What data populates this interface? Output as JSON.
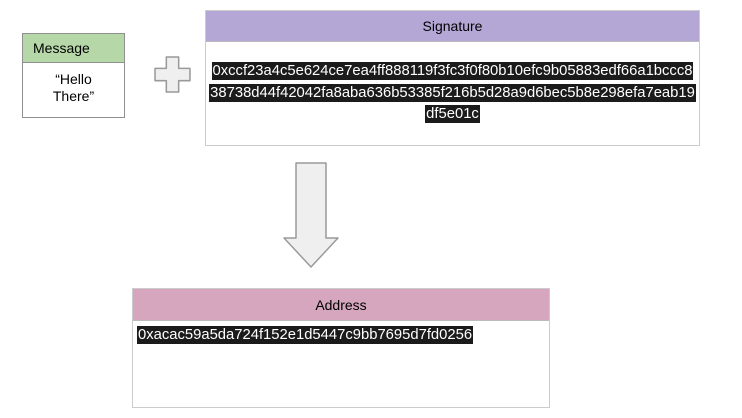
{
  "message": {
    "title": "Message",
    "body_lines": [
      "“Hello",
      "There”"
    ],
    "header_color": "#b6d7a8"
  },
  "signature": {
    "title": "Signature",
    "header_color": "#b4a7d6",
    "value": "0xccf23a4c5e624ce7ea4ff888119f3fc3f0f80b10efc9b05883edf66a1bccc838738d44f42042fa8aba636b53385f216b5d28a9d6bec5b8e298efa7eab19df5e01c",
    "lines": [
      "0xccf23a4c5e624ce7ea4ff888119f3fc3f0f80b10efc9b05883edf66a1bccc8",
      "38738d44f42042fa8aba636b53385f216b5d28a9d6bec5b8e298efa7eab19",
      "df5e01c"
    ]
  },
  "address": {
    "title": "Address",
    "header_color": "#d5a6bd",
    "value": "0xacac59a5da724f152e1d5447c9bb7695d7fd0256"
  },
  "colors": {
    "highlight_background": "#1b1b1b",
    "highlight_text": "#ffffff",
    "message_border": "#909090",
    "light_border": "#cccccc",
    "shape_fill": "#efefef",
    "shape_stroke": "#9a9a9a"
  }
}
